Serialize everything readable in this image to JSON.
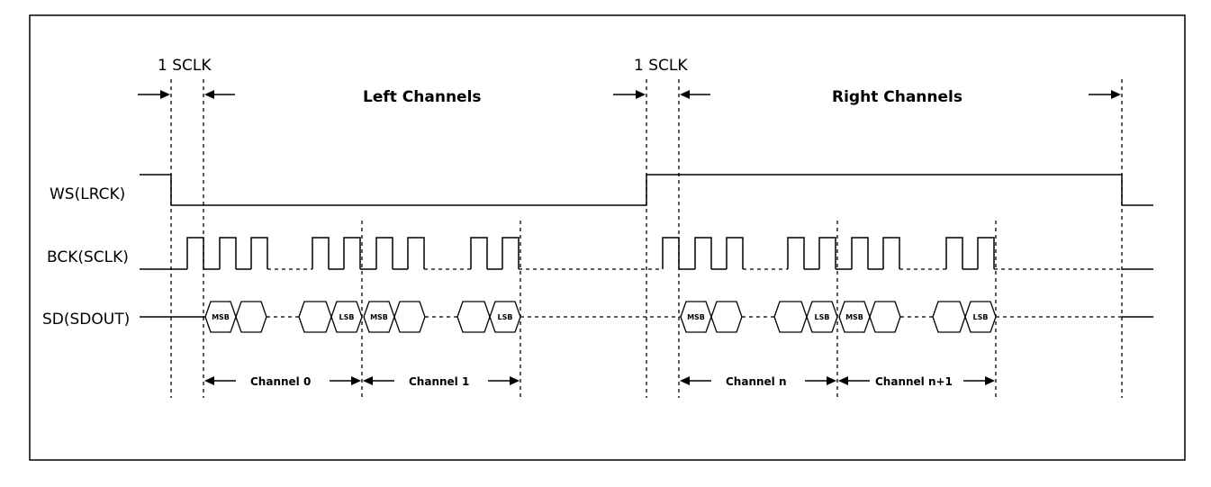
{
  "signals": {
    "ws": "WS(LRCK)",
    "bck": "BCK(SCLK)",
    "sd": "SD(SDOUT)"
  },
  "sclk_label": "1 SCLK",
  "groups": {
    "left": "Left Channels",
    "right": "Right Channels"
  },
  "channels": [
    "Channel 0",
    "Channel 1",
    "Channel n",
    "Channel n+1"
  ],
  "bits": {
    "msb": "MSB",
    "lsb": "LSB"
  }
}
